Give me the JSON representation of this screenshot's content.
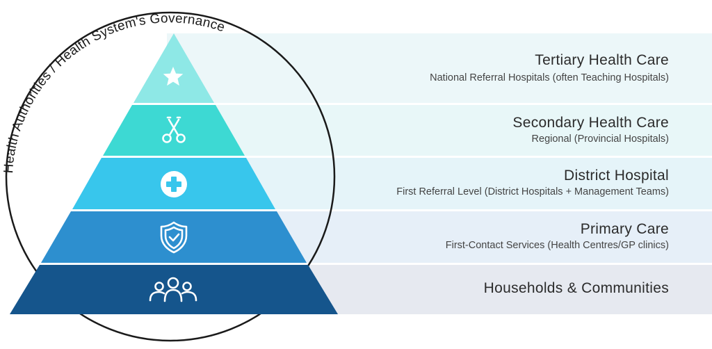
{
  "governance_label": "Health Authorities / Health System's Governance",
  "levels": [
    {
      "title": "Tertiary Health Care",
      "subtitle": "National Referral Hospitals (often Teaching Hospitals)",
      "icon": "star-icon",
      "tier_color": "#8ee8e6",
      "band_color": "#ecf7f9"
    },
    {
      "title": "Secondary Health Care",
      "subtitle": "Regional (Provincial Hospitals)",
      "icon": "surgical-scissors-icon",
      "tier_color": "#3dd9d3",
      "band_color": "#e8f7f8"
    },
    {
      "title": "District Hospital",
      "subtitle": "First Referral Level (District Hospitals + Management Teams)",
      "icon": "medical-cross-icon",
      "tier_color": "#38c6ec",
      "band_color": "#e5f4f9"
    },
    {
      "title": "Primary Care",
      "subtitle": "First-Contact Services (Health Centres/GP clinics)",
      "icon": "shield-check-icon",
      "tier_color": "#2d8fcf",
      "band_color": "#e6eff8"
    },
    {
      "title": "Households & Communities",
      "subtitle": "",
      "icon": "community-group-icon",
      "tier_color": "#15558c",
      "band_color": "#e6e9f0"
    }
  ]
}
